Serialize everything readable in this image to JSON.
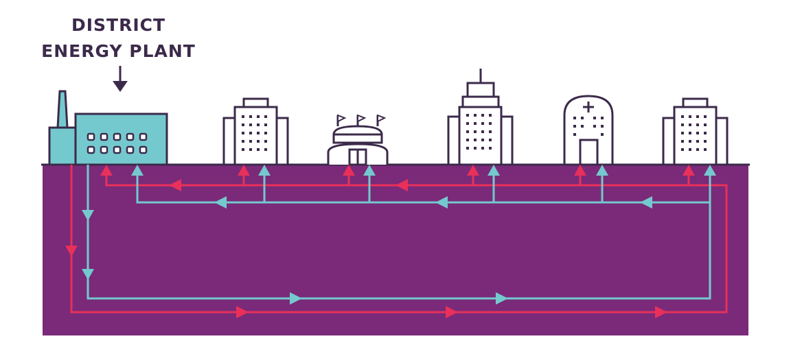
{
  "title": {
    "line1": "DISTRICT",
    "line2": "ENERGY PLANT"
  },
  "colors": {
    "ground": "#7a2a78",
    "outline": "#3b2a4a",
    "plant_fill": "#74c9ce",
    "supply": "#e8305a",
    "return": "#74c9ce",
    "building_fill": "#ffffff"
  },
  "buildings": [
    "office-building",
    "stadium",
    "skyscraper",
    "hospital",
    "office-building"
  ]
}
